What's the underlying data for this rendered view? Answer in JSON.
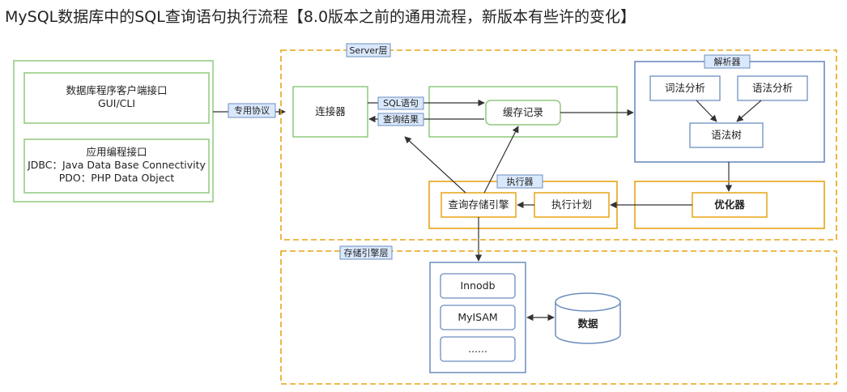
{
  "title": "MySQL数据库中的SQL查询语句执行流程【8.0版本之前的通用流程，新版本有些许的变化】",
  "client": {
    "box1": {
      "line1": "数据库程序客户端接口",
      "line2": "GUI/CLI"
    },
    "box2": {
      "line1": "应用编程接口",
      "line2": "JDBC：Java Data Base Connectivity",
      "line3": "PDO：PHP Data Object"
    }
  },
  "protocol_label": "专用协议",
  "server": {
    "label": "Server层",
    "connector": "连接器",
    "sql_label": "SQL语句",
    "result_label": "查询结果",
    "cache": "缓存记录",
    "parser": {
      "label": "解析器",
      "lexical": "词法分析",
      "syntax": "语法分析",
      "tree": "语法树"
    },
    "executor": {
      "label": "执行器",
      "query_engine": "查询存储引擎",
      "plan": "执行计划"
    },
    "optimizer": "优化器"
  },
  "storage": {
    "label": "存储引擎层",
    "engines": [
      "Innodb",
      "MyISAM",
      "......"
    ],
    "data": "数据"
  },
  "colors": {
    "green": "#8fc87f",
    "blue": "#6c8ebf",
    "orange": "#e8a317",
    "tag_fill": "#dae8fc"
  }
}
